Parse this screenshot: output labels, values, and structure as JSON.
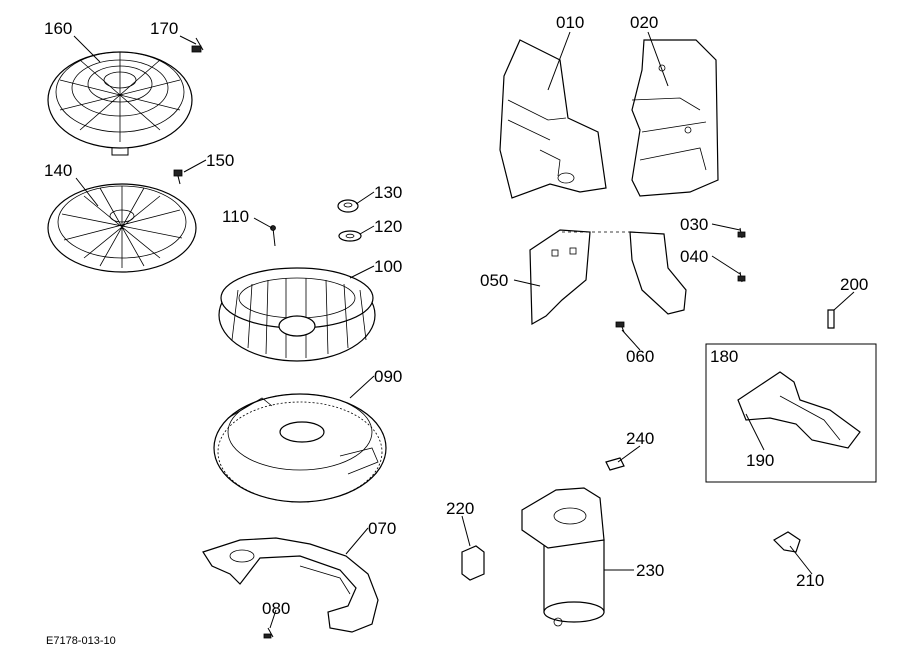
{
  "drawing_ref": "E7178-013-10",
  "callouts": {
    "p010": "010",
    "p020": "020",
    "p030": "030",
    "p040": "040",
    "p050": "050",
    "p060": "060",
    "p070": "070",
    "p080": "080",
    "p090": "090",
    "p100": "100",
    "p110": "110",
    "p120": "120",
    "p130": "130",
    "p140": "140",
    "p150": "150",
    "p160": "160",
    "p170": "170",
    "p180": "180",
    "p190": "190",
    "p200": "200",
    "p210": "210",
    "p220": "220",
    "p230": "230",
    "p240": "240"
  }
}
